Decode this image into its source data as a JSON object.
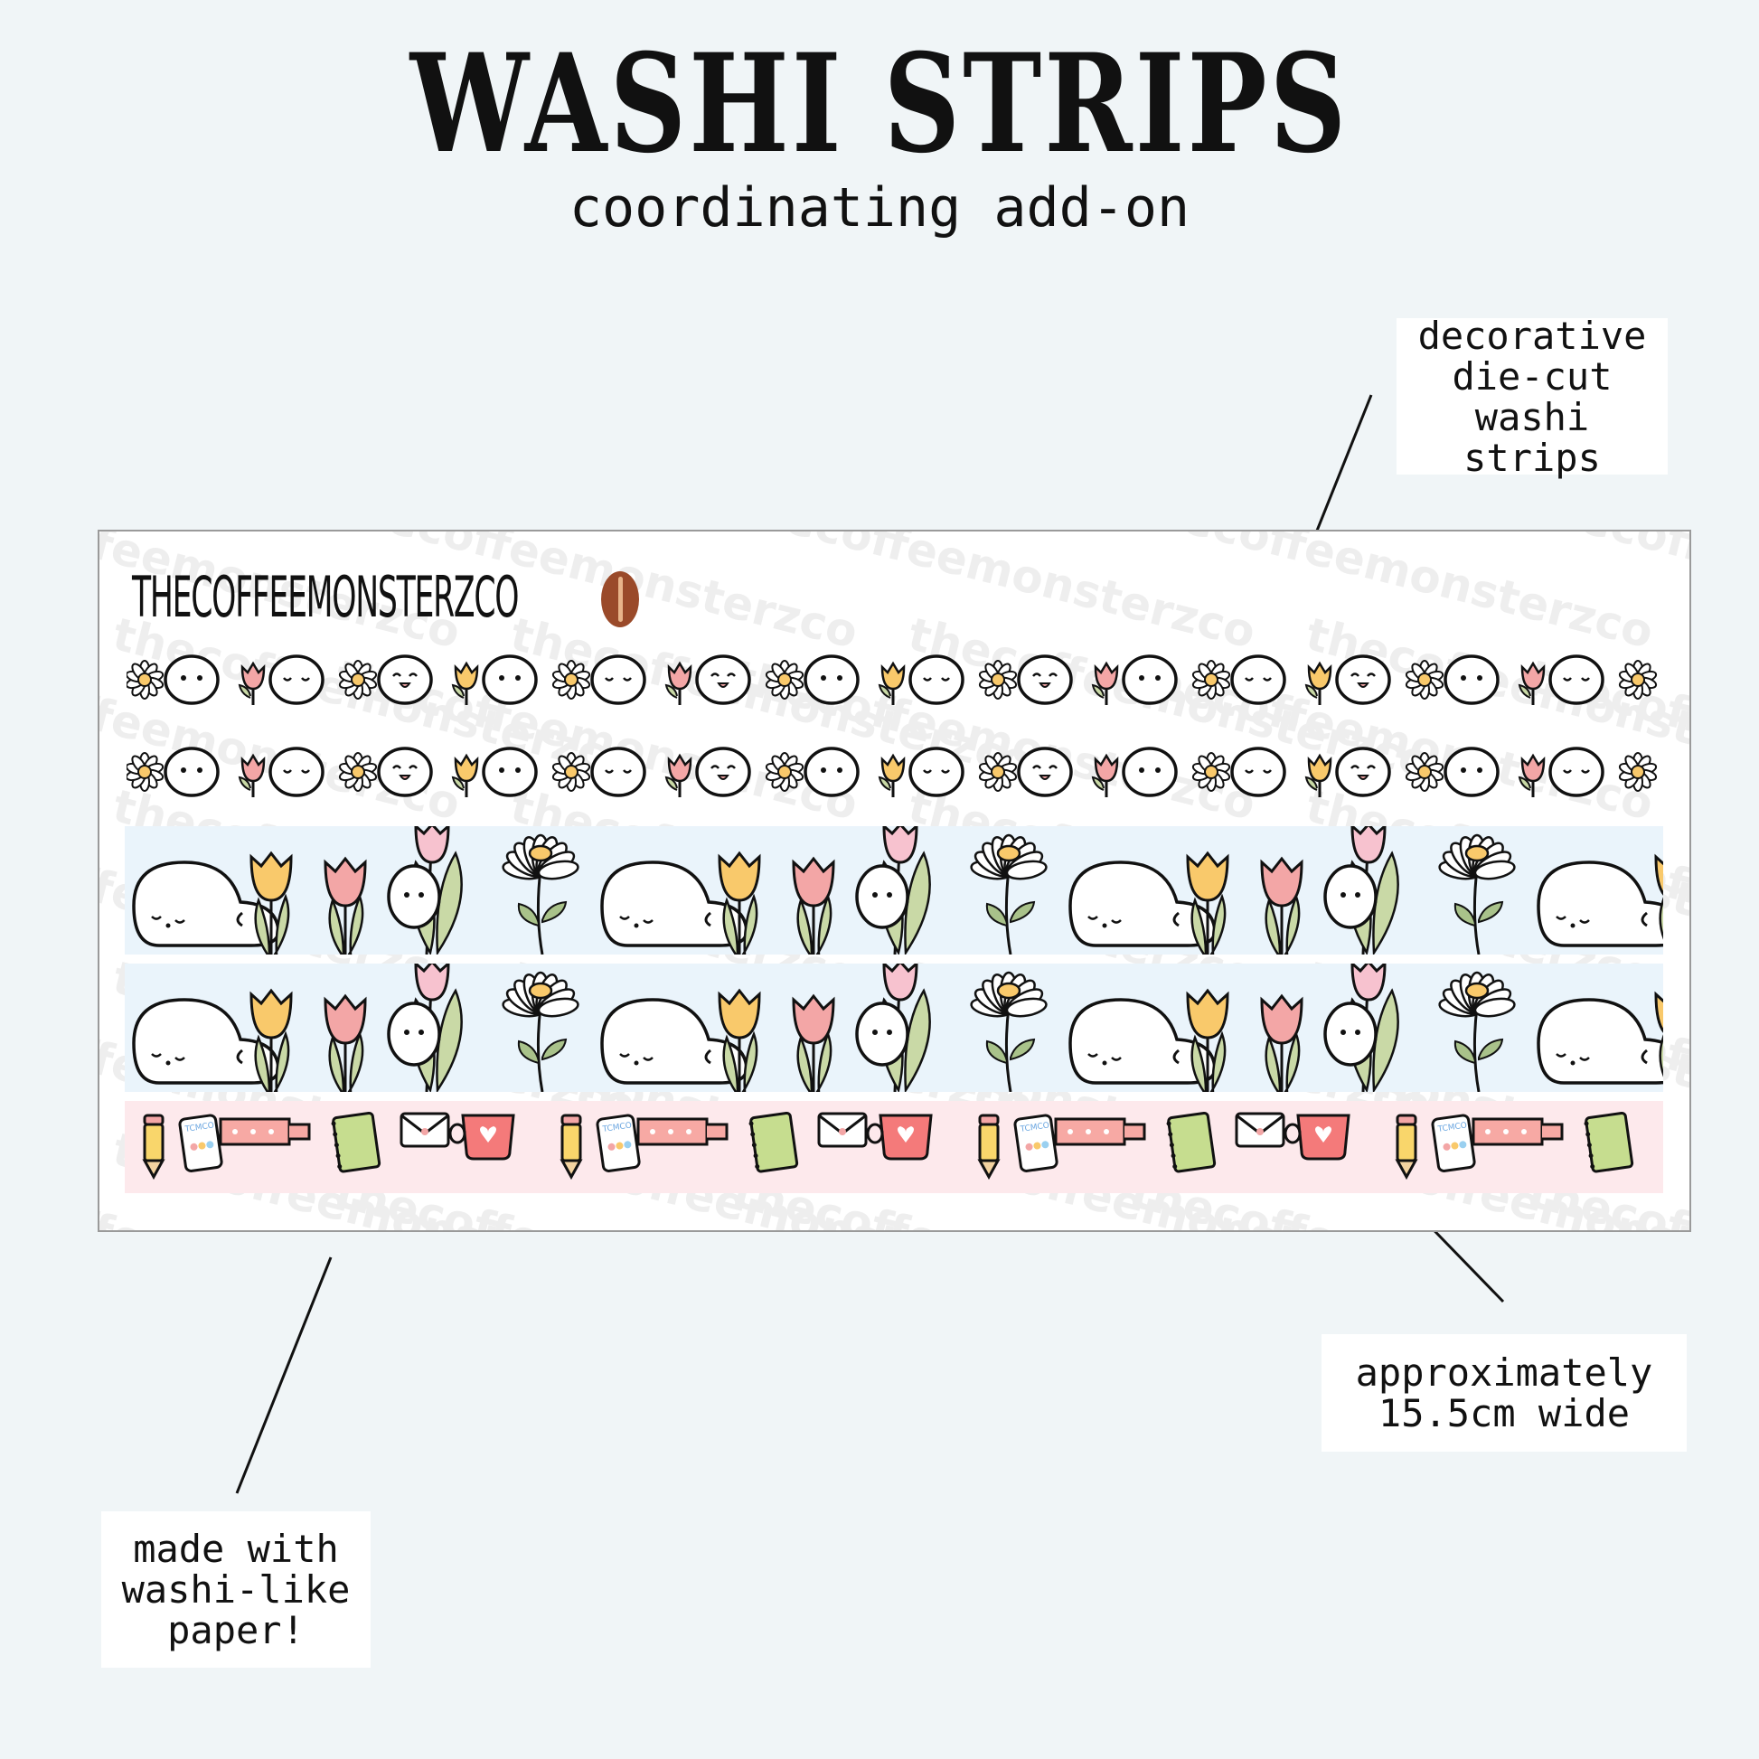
{
  "title": "WASHI STRIPS",
  "subtitle": "coordinating add-on",
  "callouts": {
    "top_right": "decorative\ndie-cut washi\nstrips",
    "bottom_right": "approximately\n15.5cm wide",
    "bottom_left": "made with\nwashi-like\npaper!"
  },
  "sheet": {
    "brand": "THECOFFEEMONSTERZCO",
    "watermark": "thecoffeemonsterzco",
    "strips": [
      {
        "type": "faces-and-flowers",
        "icons": [
          "daisy-icon",
          "face-icon",
          "tulip-icon",
          "face-icon"
        ]
      },
      {
        "type": "faces-and-flowers",
        "icons": [
          "daisy-icon",
          "face-icon",
          "tulip-icon",
          "face-icon"
        ]
      },
      {
        "type": "sleeping-monster-garden",
        "background": "#eaf4fb"
      },
      {
        "type": "sleeping-monster-garden",
        "background": "#eaf4fb"
      },
      {
        "type": "stationery",
        "background": "#fde9ec",
        "icons": [
          "pencil-icon",
          "planner-icon",
          "washi-tape-icon",
          "notebook-icon",
          "envelope-icon",
          "mug-icon"
        ],
        "planner_text": "TCMCO"
      }
    ]
  },
  "colors": {
    "background": "#f0f5f7",
    "blue_strip": "#eaf4fb",
    "pink_strip": "#fde9ec",
    "tulip_pink": "#f3a6a6",
    "tulip_yellow": "#f9c96b",
    "leaf_green": "#c9d9a6",
    "mug_red": "#f47a7a"
  }
}
